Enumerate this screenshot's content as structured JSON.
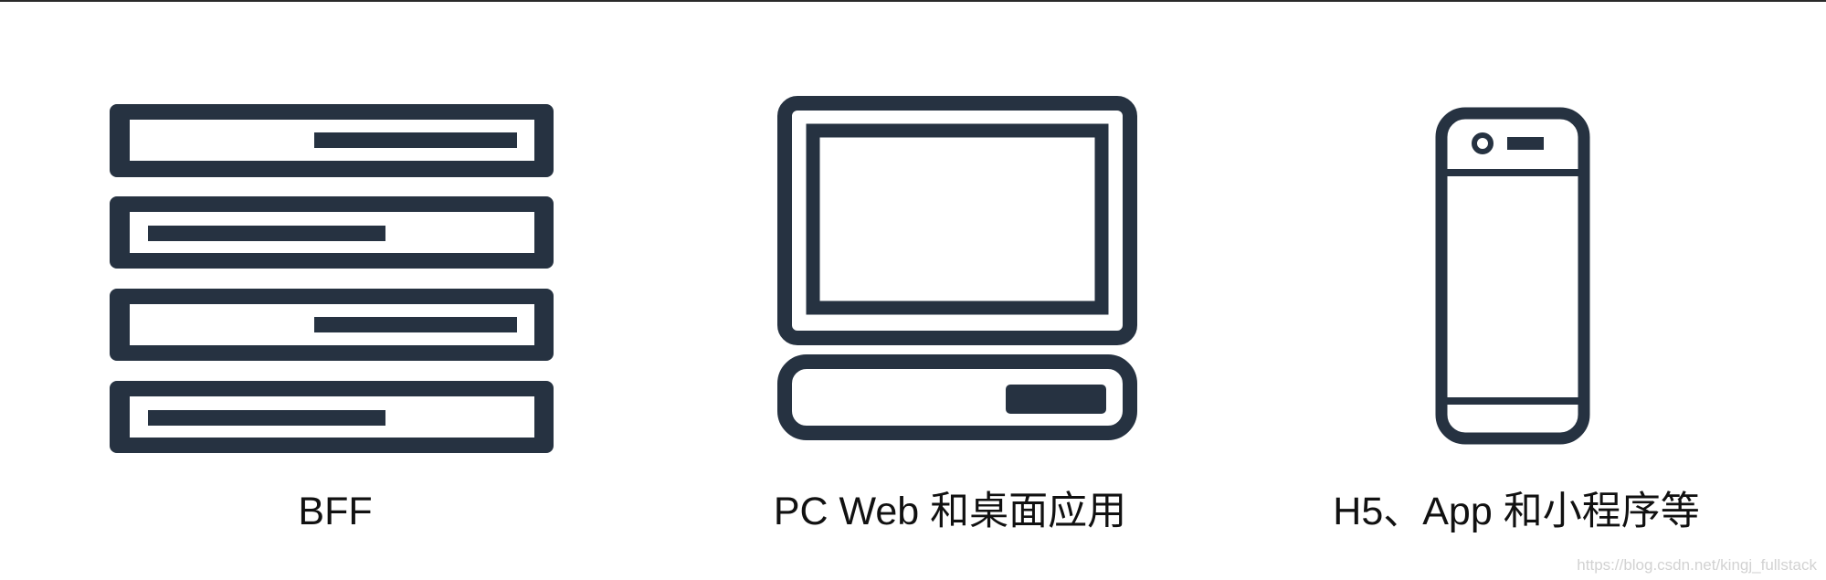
{
  "icon_color": "#263241",
  "items": [
    {
      "icon": "server-stack-icon",
      "label": "BFF"
    },
    {
      "icon": "desktop-computer-icon",
      "label": "PC Web 和桌面应用"
    },
    {
      "icon": "mobile-phone-icon",
      "label": "H5、App 和小程序等"
    }
  ],
  "watermark": "https://blog.csdn.net/kingj_fullstack"
}
